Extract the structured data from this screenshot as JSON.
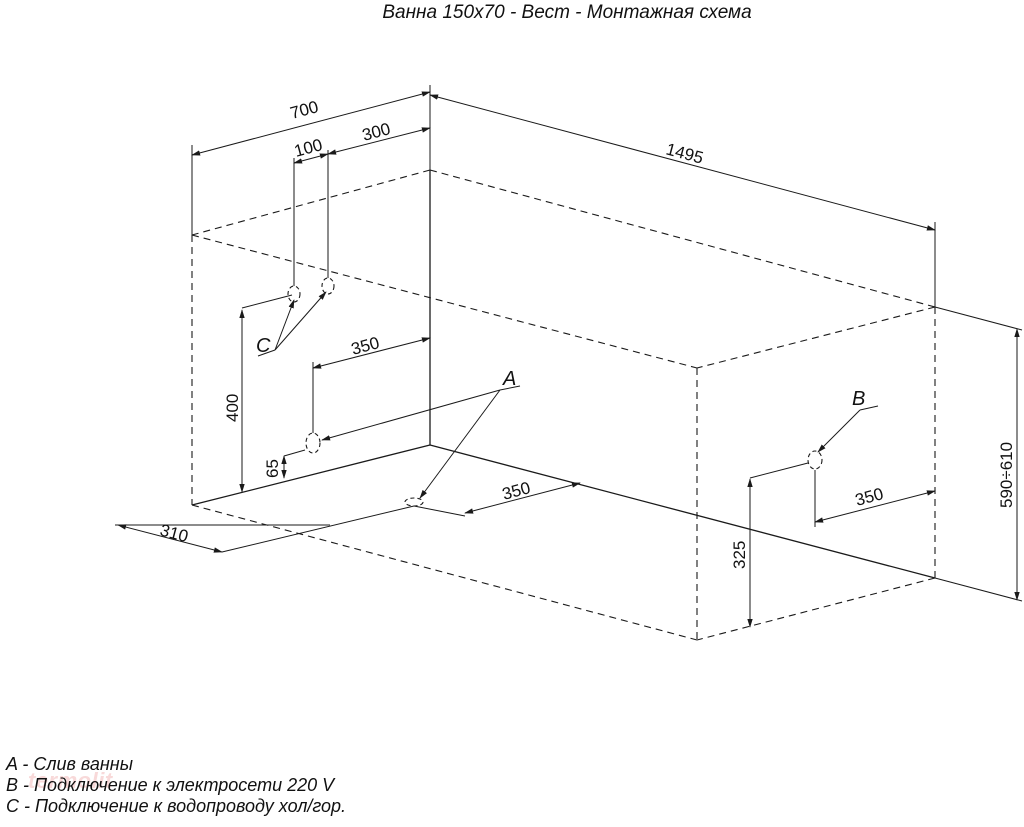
{
  "title": "Ванна 150х70 - Вест - Монтажная схема",
  "dimensions": {
    "width": "700",
    "length": "1495",
    "offset_100": "100",
    "offset_300": "300",
    "upper_350": "350",
    "h400": "400",
    "h65": "65",
    "front_310": "310",
    "drain_350": "350",
    "right_350": "350",
    "h325": "325",
    "height": "590÷610"
  },
  "labels": {
    "a": "A",
    "b": "B",
    "c": "C"
  },
  "legend": {
    "a": "A - Слив ванны",
    "b": "B - Подключение к электросети 220 V",
    "c": "C - Подключение к водопроводу хол/гор."
  },
  "watermark": "termolit",
  "colors": {
    "line": "#1a1a1a",
    "background": "#ffffff"
  }
}
